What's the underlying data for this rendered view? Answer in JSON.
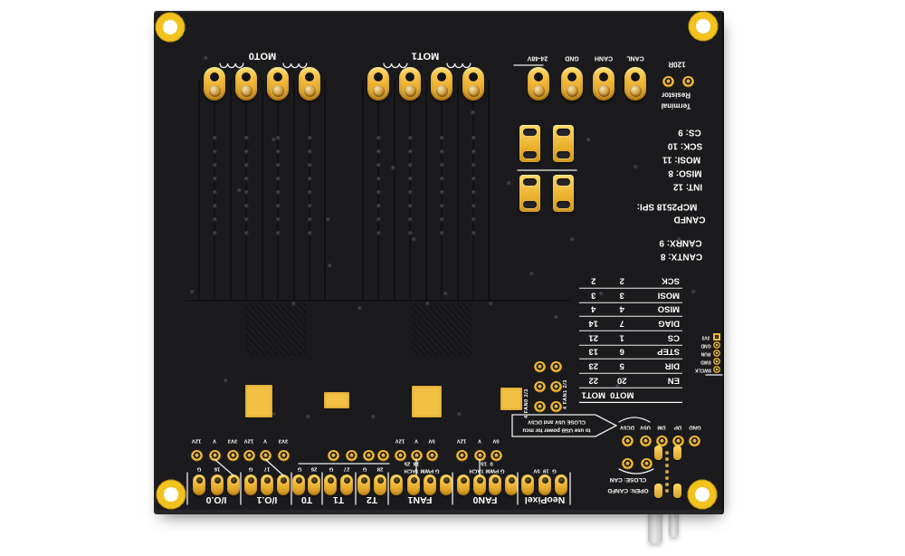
{
  "board": {
    "motors": {
      "mot0": "MOT0",
      "mot1": "MOT1"
    },
    "can_connector": {
      "labels": [
        "24-48V",
        "GND",
        "CANH",
        "CANL"
      ]
    },
    "terminal_resistor": {
      "value": "120R",
      "word1": "Resistor",
      "word2": "Terminal"
    },
    "spi_notes": [
      "CS: 9",
      "SCK: 10",
      "MOSI: 11",
      "MISO: 8",
      "INT: 12",
      "MCP2518 SPI:",
      "CANFD",
      "CANRX: 9",
      "CANTX: 8"
    ],
    "pin_table": {
      "col_headers": [
        "MOT0",
        "MOT1"
      ],
      "rows": [
        [
          "SCK",
          "2",
          "2"
        ],
        [
          "MOSI",
          "3",
          "3"
        ],
        [
          "MISO",
          "4",
          "4"
        ],
        [
          "DIAG",
          "7",
          "14"
        ],
        [
          "CS",
          "1",
          "21"
        ],
        [
          "STEP",
          "6",
          "13"
        ],
        [
          "DIR",
          "5",
          "23"
        ],
        [
          "EN",
          "20",
          "22"
        ]
      ]
    },
    "aux_fans": {
      "fan1": "4 FAN1 2/3",
      "fan0": "4 FAN0 2/3"
    },
    "swd_header": [
      "3V3",
      "GND",
      "RUN",
      "SWD",
      "SWCLK"
    ],
    "usb_note": {
      "line1": "CLOSE U5V and DC5V",
      "line2": "to use USB power for mcu"
    },
    "usb_pins": [
      "DC5V",
      "U5V",
      "DM",
      "DP",
      "GND"
    ],
    "can_mode": {
      "closed": "CLOSE: CAN",
      "open": "OPEN: CANFD"
    },
    "io_groups": [
      {
        "label": "I/O.0",
        "top": [
          "12V",
          "V",
          "3V3"
        ],
        "mid": [
          "G",
          "16"
        ]
      },
      {
        "label": "I/O.1",
        "top": [
          "12V",
          "V",
          "3V3"
        ],
        "mid": [
          "G",
          "17"
        ]
      },
      {
        "label": "T0",
        "mid": [
          "G",
          "26"
        ]
      },
      {
        "label": "T1",
        "mid": [
          "G",
          "27"
        ]
      },
      {
        "label": "T2",
        "mid": [
          "G",
          "28"
        ]
      },
      {
        "label": "FAN1",
        "top": [
          "12V",
          "V",
          "5V"
        ],
        "nums": "18  25",
        "pins": "G PWM TACH"
      },
      {
        "label": "FAN0",
        "top": [
          "12V",
          "V",
          "5V"
        ],
        "nums": "0  15",
        "pins": "G PWM TACH"
      },
      {
        "label": "NeoPixel",
        "pins": "G  19  5V"
      }
    ]
  }
}
